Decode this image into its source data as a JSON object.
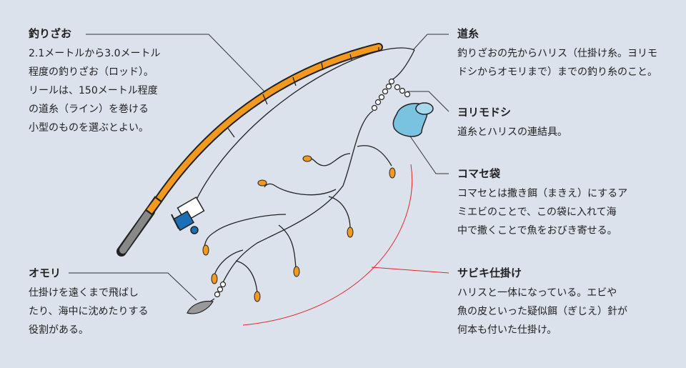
{
  "sections": {
    "rod": {
      "title": "釣りざお",
      "body": "2.1メートルから3.0メートル\n程度の釣りざお（ロッド）。\nリールは、150メートル程度\nの道糸（ライン）を巻ける\n小型のものを選ぶとよい。"
    },
    "mainline": {
      "title": "道糸",
      "body": "釣りざおの先からハリス（仕掛け糸。ヨリモ\nドシからオモリまで）までの釣り糸のこと。"
    },
    "swivel": {
      "title": "ヨリモドシ",
      "body": "道糸とハリスの連結具。"
    },
    "chumbag": {
      "title": "コマセ袋",
      "body": "コマセとは撒き餌（まきえ）にするア\nミエビのことで、この袋に入れて海\n中で撒くことで魚をおびき寄せる。"
    },
    "sabiki": {
      "title": "サビキ仕掛け",
      "body": "ハリスと一体になっている。エビや\n魚の皮といった疑似餌（ぎじえ）針が\n何本も付いた仕掛け。"
    },
    "sinker": {
      "title": "オモリ",
      "body": "仕掛けを遠くまで飛ばし\nたり、海中に沈めたりする\n役割がある。"
    }
  },
  "colors": {
    "background": "#dbe2eb",
    "rod": "#f39a1e",
    "reel": "#1a6fb5",
    "net": "#79c3e0",
    "sabiki_line": "#e0262a"
  }
}
